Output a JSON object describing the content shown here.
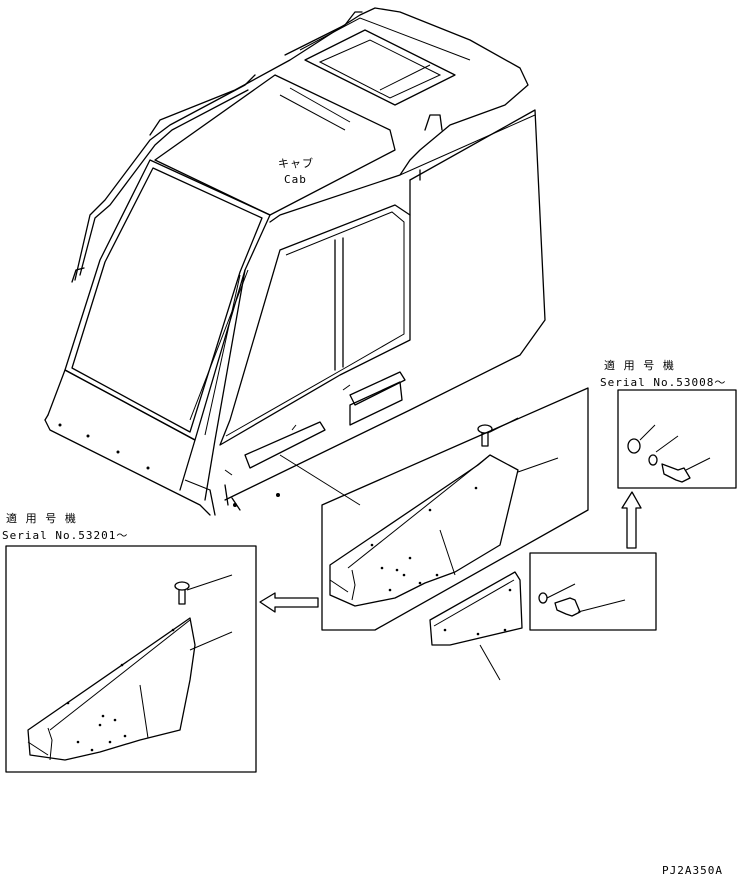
{
  "labels": {
    "cab_jp": "キャブ",
    "cab_en": "Cab",
    "applicable_top_jp": "適 用 号 機",
    "applicable_top_serial": "Serial No.53008～",
    "applicable_left_jp": "適 用 号 機",
    "applicable_left_serial": "Serial No.53201～",
    "drawing_code": "PJ2A350A"
  }
}
